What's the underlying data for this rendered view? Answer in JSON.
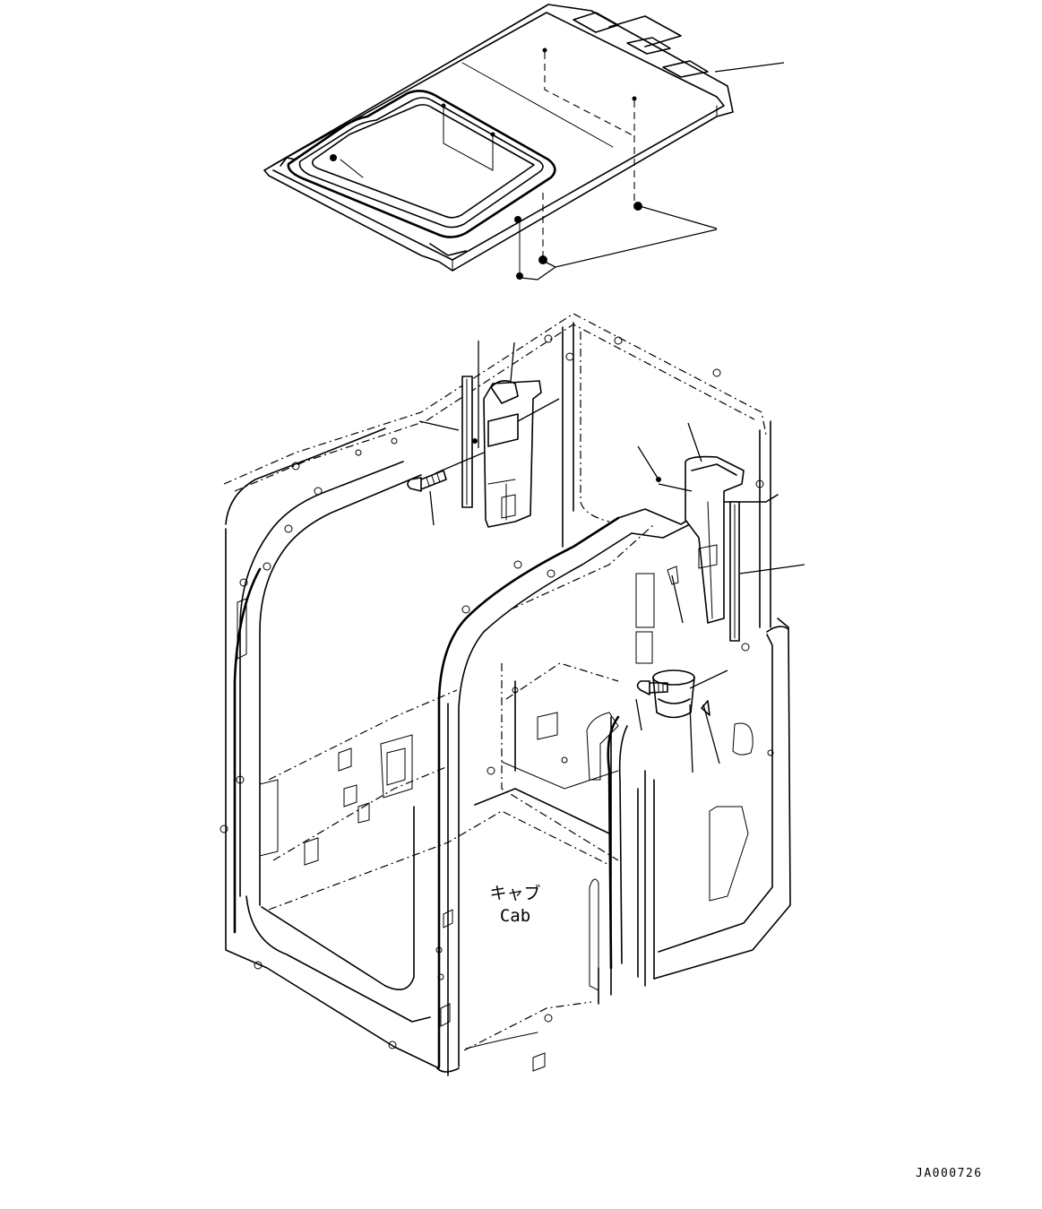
{
  "labels": {
    "cab_jp": "キャブ",
    "cab_en": "Cab"
  },
  "drawing_code": "JA000726"
}
